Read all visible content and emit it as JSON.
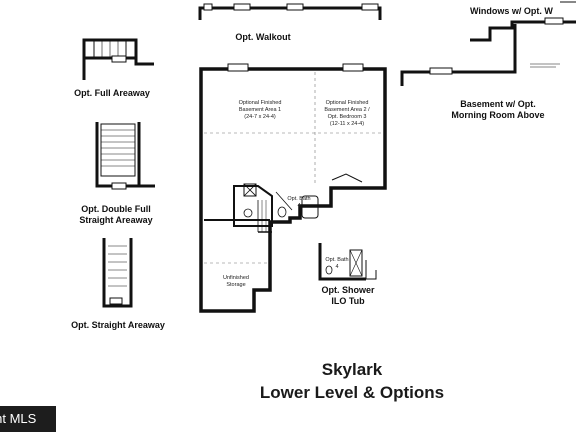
{
  "labels": {
    "windows": "Windows w/ Opt. W",
    "walkout": "Opt. Walkout",
    "full_areaway": "Opt. Full Areaway",
    "double_full_1": "Opt. Double Full",
    "double_full_2": "Straight Areaway",
    "straight_areaway": "Opt. Straight Areaway",
    "morning_1": "Basement w/ Opt.",
    "morning_2": "Morning Room Above",
    "shower_1": "Opt. Shower",
    "shower_2": "ILO Tub"
  },
  "rooms": {
    "area1_l1": "Optional Finished",
    "area1_l2": "Basement Area 1",
    "area1_dim": "(24-7 x 24-4)",
    "area2_l1": "Optional Finished",
    "area2_l2": "Basement Area 2 /",
    "area2_l3": "Opt. Bedroom 3",
    "area2_dim": "(12-11 x 24-4)",
    "bath": "Opt. Bath",
    "bath_num": "4",
    "storage_l1": "Unfinished",
    "storage_l2": "Storage",
    "shower_bath": "Opt. Bath",
    "shower_bath_num": "4"
  },
  "title": {
    "line1": "Skylark",
    "line2": "Lower Level & Options"
  },
  "watermark": {
    "text": "Bright MLS"
  }
}
